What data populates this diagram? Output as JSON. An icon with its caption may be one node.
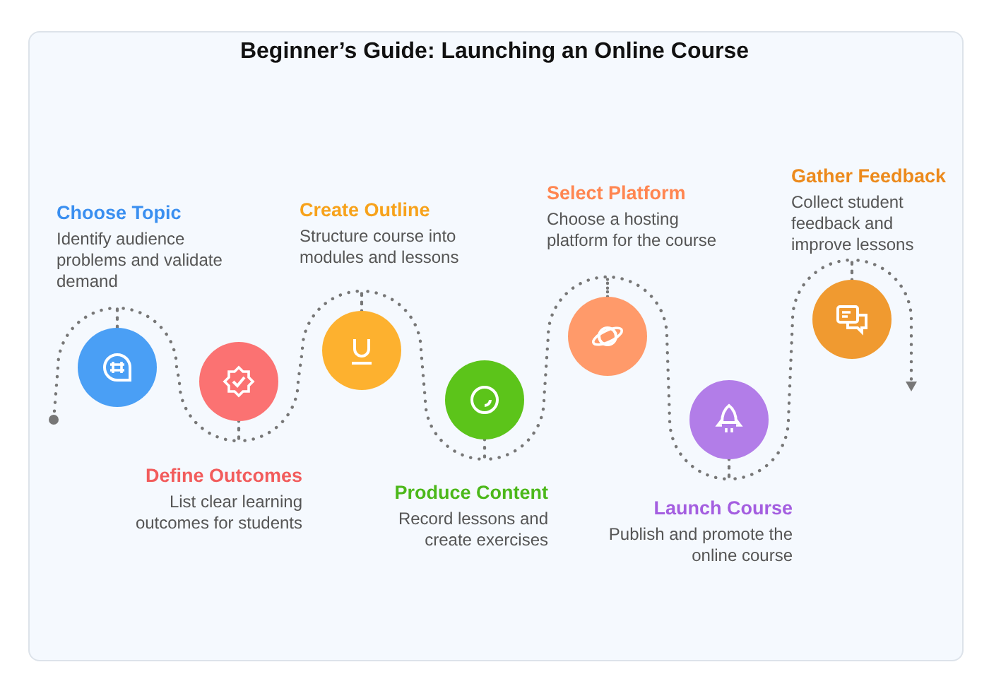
{
  "diagram": {
    "title": "Beginner’s Guide: Launching an Online Course",
    "nodes": [
      {
        "text": [],
        "shape": "circle",
        "beside": [
          "Choose Topic",
          "Identify audience problems and validate demand"
        ]
      },
      {
        "text": [],
        "shape": "circle",
        "beside": [
          "Define Outcomes",
          "List clear learning outcomes for students"
        ]
      },
      {
        "text": [],
        "shape": "circle",
        "beside": [
          "Create Outline",
          "Structure course into modules and lessons"
        ]
      },
      {
        "text": [],
        "shape": "circle",
        "beside": [
          "Produce Content",
          "Record lessons and create exercises"
        ]
      },
      {
        "text": [],
        "shape": "circle",
        "beside": [
          "Select Platform",
          "Choose a hosting platform for the course"
        ]
      },
      {
        "text": [],
        "shape": "circle",
        "beside": [
          "Launch Course",
          "Publish and promote the online course"
        ]
      },
      {
        "text": [],
        "shape": "circle",
        "beside": [
          "Gather Feedback",
          "Collect student feedback and improve lessons"
        ]
      }
    ],
    "edges": [
      {
        "from": null,
        "to": 0,
        "arrow": "other"
      },
      {
        "from": 0,
        "to": 1,
        "arrow": "none"
      },
      {
        "from": 1,
        "to": 2,
        "arrow": "none"
      },
      {
        "from": 2,
        "to": 3,
        "arrow": "none"
      },
      {
        "from": 3,
        "to": 4,
        "arrow": "none"
      },
      {
        "from": 4,
        "to": 5,
        "arrow": "none"
      },
      {
        "from": 5,
        "to": 6,
        "arrow": "none"
      },
      {
        "from": 6,
        "to": null,
        "arrow": "to"
      }
    ]
  }
}
